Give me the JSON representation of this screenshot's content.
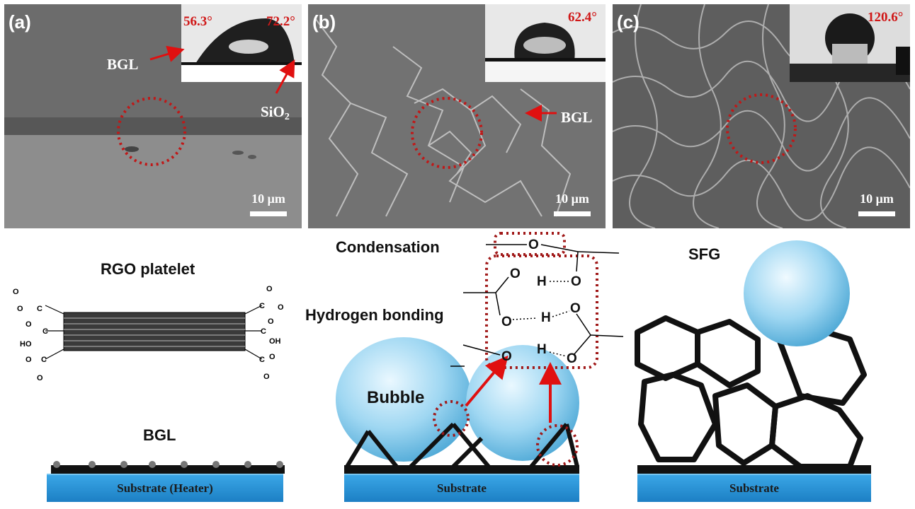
{
  "panels": [
    {
      "label": "(a)",
      "angles": [
        "56.3°",
        "72.2°"
      ],
      "annotations": [
        "BGL",
        "SiO₂"
      ],
      "scale": "10 μm"
    },
    {
      "label": "(b)",
      "angles": [
        "62.4°"
      ],
      "annotations": [
        "BGL"
      ],
      "scale": "10 μm"
    },
    {
      "label": "(c)",
      "angles": [
        "120.6°"
      ],
      "annotations": [],
      "scale": "10 μm"
    }
  ],
  "schematic": {
    "rgo_platelet": "RGO platelet",
    "bgl": "BGL",
    "substrate_heater": "Substrate (Heater)",
    "condensation": "Condensation",
    "hydrogen_bonding": "Hydrogen bonding",
    "bubble": "Bubble",
    "substrate_b": "Substrate",
    "sfg": "SFG",
    "substrate_c": "Substrate"
  },
  "colors": {
    "accent_red": "#c01818",
    "substrate_blue": "#2a92d8",
    "bubble_blue": "#8fd0f0"
  }
}
